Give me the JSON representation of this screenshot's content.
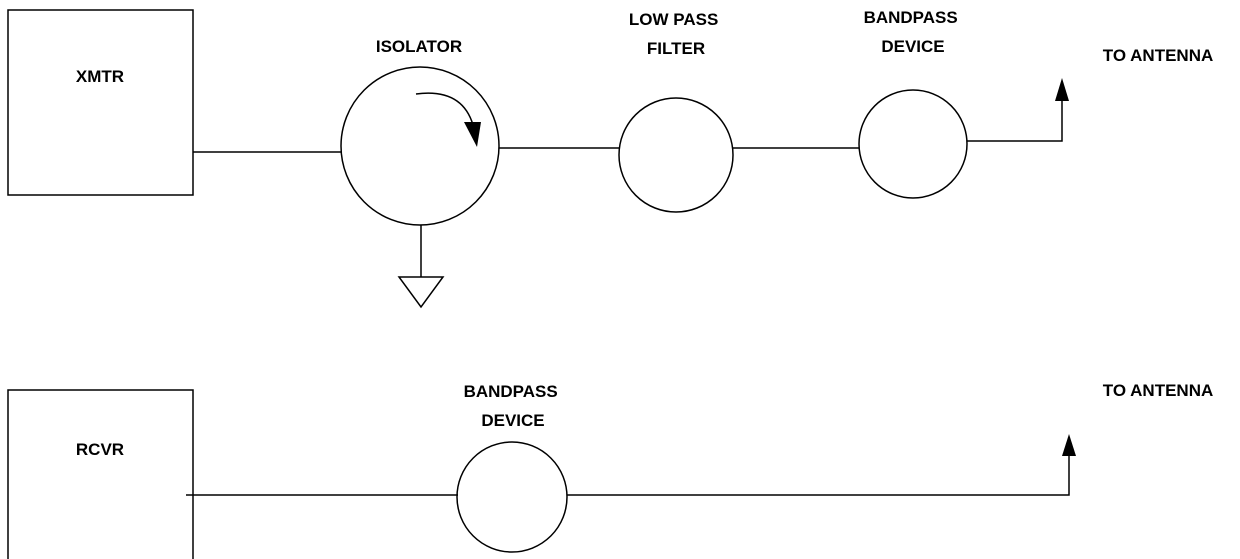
{
  "colors": {
    "stroke": "#000000",
    "background": "#ffffff"
  },
  "transmit_chain": {
    "xmtr_label": "XMTR",
    "isolator_label": "ISOLATOR",
    "low_pass_filter_label": [
      "LOW PASS",
      "FILTER"
    ],
    "bandpass_label": [
      "BANDPASS",
      "DEVICE"
    ],
    "antenna_label": "TO ANTENNA"
  },
  "receive_chain": {
    "rcvr_label": "RCVR",
    "bandpass_label": [
      "BANDPASS",
      "DEVICE"
    ],
    "antenna_label": "TO ANTENNA"
  }
}
